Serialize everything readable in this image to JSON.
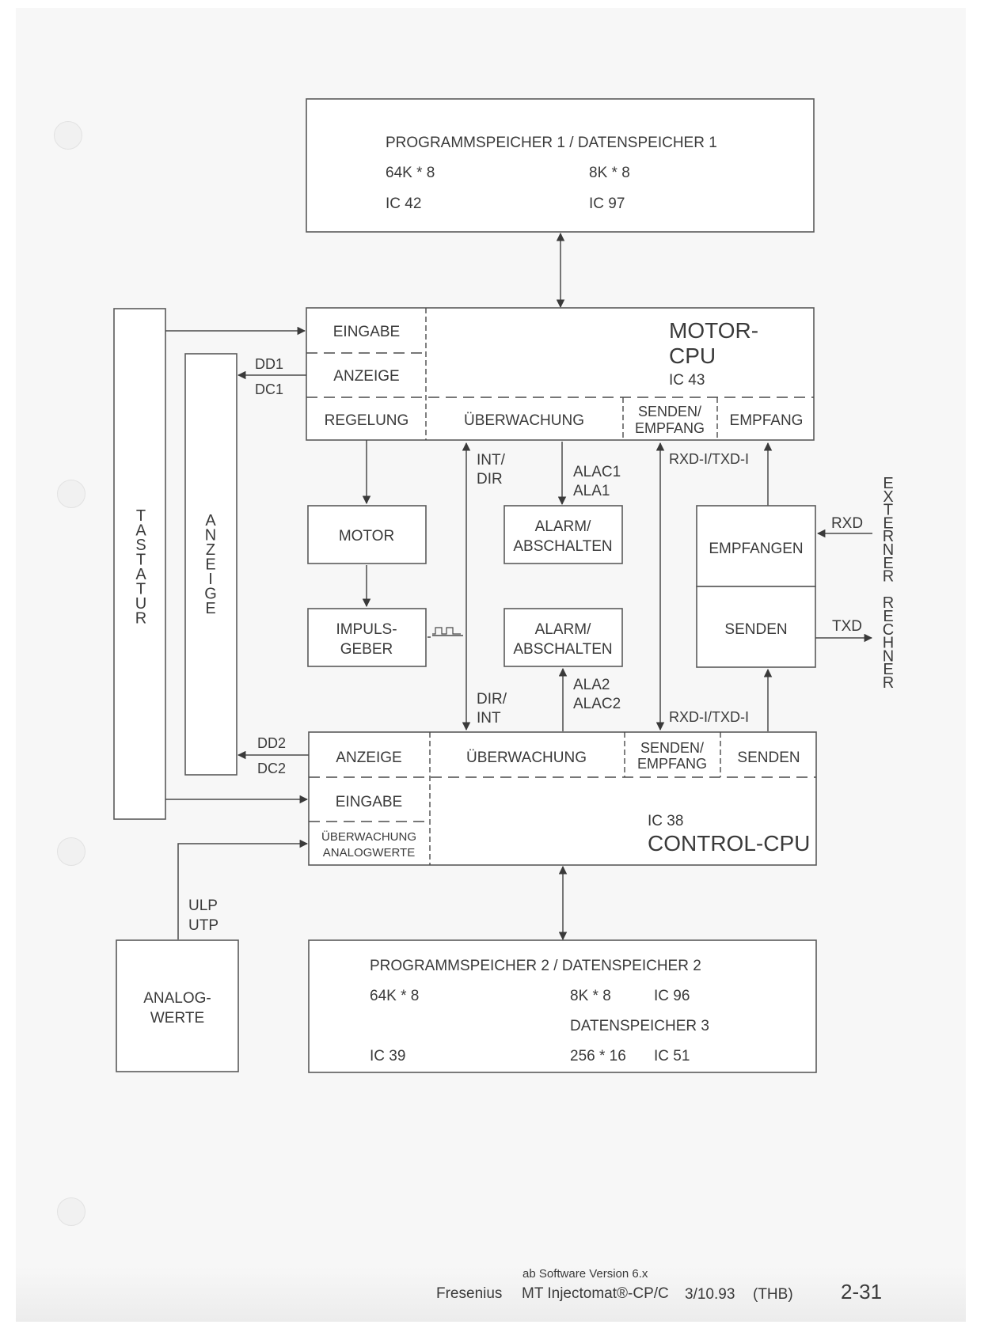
{
  "top_memory": {
    "title": "PROGRAMMSPEICHER 1 / DATENSPEICHER 1",
    "prog_size": "64K * 8",
    "data_size": "8K * 8",
    "prog_ic": "IC 42",
    "data_ic": "IC 97"
  },
  "motor_cpu": {
    "eingabe": "EINGABE",
    "anzeige": "ANZEIGE",
    "title_line1": "MOTOR-",
    "title_line2": "CPU",
    "ic": "IC 43",
    "regelung": "REGELUNG",
    "ueberwachung": "ÜBERWACHUNG",
    "senden_empfang_1": "SENDEN/",
    "senden_empfang_2": "EMPFANG",
    "empfang": "EMPFANG"
  },
  "left_signals": {
    "dd1": "DD1",
    "dc1": "DC1",
    "dd2": "DD2",
    "dc2": "DC2"
  },
  "tastatur": [
    "T",
    "A",
    "S",
    "T",
    "A",
    "T",
    "U",
    "R"
  ],
  "anzeige_vertical": [
    "A",
    "N",
    "Z",
    "E",
    "I",
    "G",
    "E"
  ],
  "externer_rechner": [
    "E",
    "X",
    "T",
    "E",
    "R",
    "N",
    "E",
    "R",
    "",
    "R",
    "E",
    "C",
    "H",
    "N",
    "E",
    "R"
  ],
  "middle": {
    "motor": "MOTOR",
    "impuls_1": "IMPULS-",
    "impuls_2": "GEBER",
    "alarm1_1": "ALARM/",
    "alarm1_2": "ABSCHALTEN",
    "alarm2_1": "ALARM/",
    "alarm2_2": "ABSCHALTEN",
    "int_dir_1": "INT/",
    "int_dir_2": "DIR",
    "dir_int_1": "DIR/",
    "dir_int_2": "INT",
    "alac1": "ALAC1",
    "ala1": "ALA1",
    "ala2": "ALA2",
    "alac2": "ALAC2",
    "rxd_txd_top": "RXD-I/TXD-I",
    "rxd_txd_bottom": "RXD-I/TXD-I",
    "empfangen": "EMPFANGEN",
    "senden": "SENDEN",
    "rxd": "RXD",
    "txd": "TXD"
  },
  "control_cpu": {
    "anzeige": "ANZEIGE",
    "ueberwachung": "ÜBERWACHUNG",
    "senden_empfang_1": "SENDEN/",
    "senden_empfang_2": "EMPFANG",
    "senden": "SENDEN",
    "eingabe": "EINGABE",
    "uew_analog_1": "ÜBERWACHUNG",
    "uew_analog_2": "ANALOGWERTE",
    "ic": "IC 38",
    "title": "CONTROL-CPU"
  },
  "analog": {
    "ulp": "ULP",
    "utp": "UTP",
    "label_1": "ANALOG-",
    "label_2": "WERTE"
  },
  "bottom_memory": {
    "title": "PROGRAMMSPEICHER 2 / DATENSPEICHER 2",
    "prog_size": "64K * 8",
    "data_size": "8K * 8",
    "data_ic": "IC 96",
    "data3_title": "DATENSPEICHER 3",
    "prog_ic": "IC 39",
    "data3_size": "256 * 16",
    "data3_ic": "IC 51"
  },
  "footer": {
    "software": "ab Software Version 6.x",
    "company": "Fresenius",
    "product": "MT Injectomat®-CP/C",
    "date": "3/10.93",
    "author": "(THB)",
    "page": "2-31"
  }
}
